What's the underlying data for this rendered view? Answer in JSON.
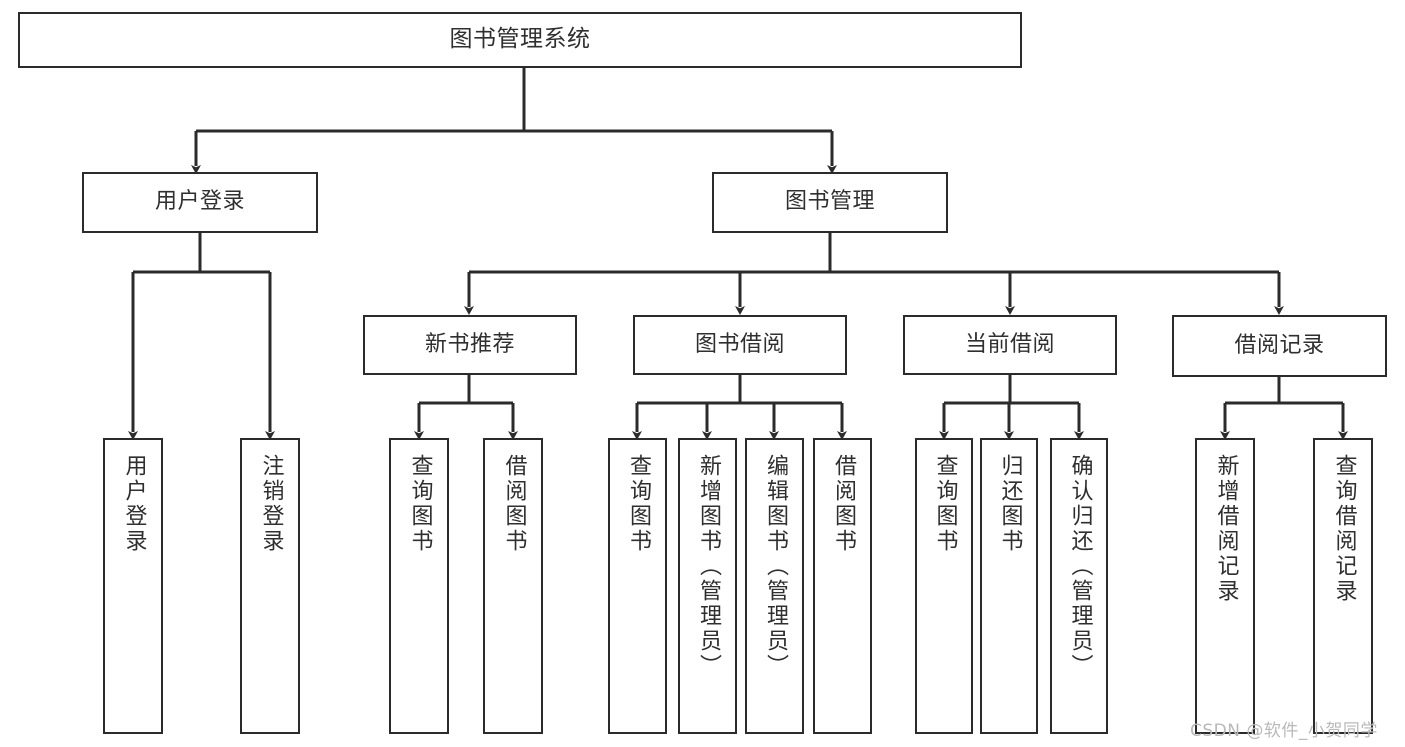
{
  "diagram": {
    "title": "图书管理系统",
    "type": "tree-hierarchy",
    "stroke_color": "#2b2b2b",
    "text_color": "#2f2f2f",
    "background_color": "#ffffff",
    "nodes": {
      "root": {
        "label": "图书管理系统"
      },
      "user_login": {
        "label": "用户登录"
      },
      "book_manage": {
        "label": "图书管理"
      },
      "new_book_rec": {
        "label": "新书推荐"
      },
      "book_borrow": {
        "label": "图书借阅"
      },
      "current_borrow": {
        "label": "当前借阅"
      },
      "borrow_record": {
        "label": "借阅记录"
      },
      "leaf_user_login": {
        "label": "用户登录"
      },
      "leaf_logout": {
        "label": "注销登录"
      },
      "leaf_query_book_1": {
        "label": "查询图书"
      },
      "leaf_borrow_book_1": {
        "label": "借阅图书"
      },
      "leaf_query_book_2": {
        "label": "查询图书"
      },
      "leaf_add_book": {
        "label": "新增图书（管理员）"
      },
      "leaf_edit_book": {
        "label": "编辑图书（管理员）"
      },
      "leaf_borrow_book_2": {
        "label": "借阅图书"
      },
      "leaf_query_book_3": {
        "label": "查询图书"
      },
      "leaf_return_book": {
        "label": "归还图书"
      },
      "leaf_confirm_return": {
        "label": "确认归还（管理员）"
      },
      "leaf_add_record": {
        "label": "新增借阅记录"
      },
      "leaf_query_record": {
        "label": "查询借阅记录"
      }
    },
    "watermark": "CSDN @软件_小贺同学"
  }
}
